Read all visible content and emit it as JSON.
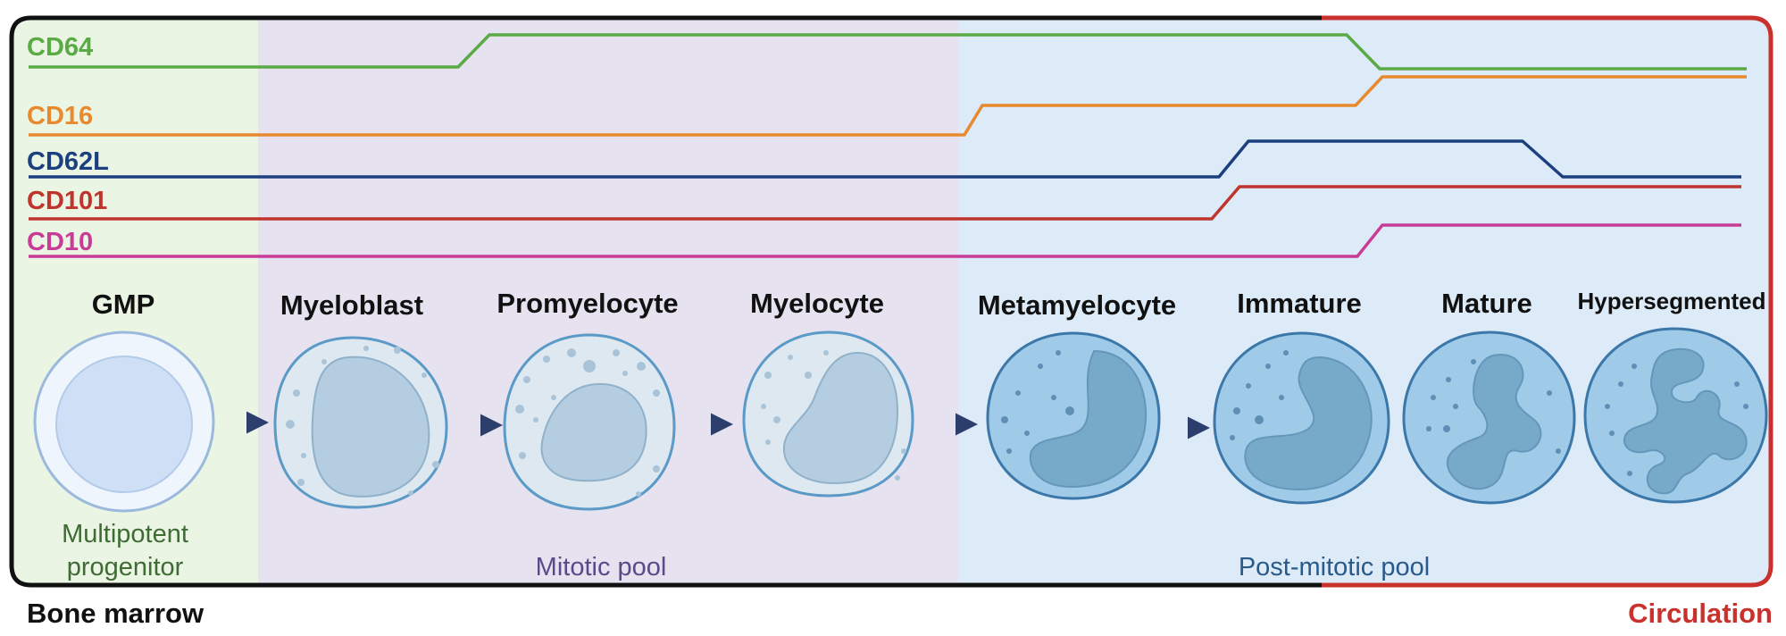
{
  "colors": {
    "bone_marrow_border": "#111111",
    "circulation_border": "#c8312c",
    "progenitor_bg": "#eaf5e4",
    "mitotic_bg": "#e6e2f0",
    "postmitotic_bg": "#dcebf7",
    "arrow": "#2c3e6b"
  },
  "markers": [
    {
      "name": "CD64",
      "color": "#5aaa46"
    },
    {
      "name": "CD16",
      "color": "#e8892e"
    },
    {
      "name": "CD62L",
      "color": "#1c3f7f"
    },
    {
      "name": "CD101",
      "color": "#c0342e"
    },
    {
      "name": "CD10",
      "color": "#c83c98"
    }
  ],
  "stages": [
    {
      "name": "GMP",
      "icon": "gmp-cell-icon"
    },
    {
      "name": "Myeloblast",
      "icon": "myeloblast-cell-icon"
    },
    {
      "name": "Promyelocyte",
      "icon": "promyelocyte-cell-icon"
    },
    {
      "name": "Myelocyte",
      "icon": "myelocyte-cell-icon"
    },
    {
      "name": "Metamyelocyte",
      "icon": "metamyelocyte-cell-icon"
    },
    {
      "name": "Immature",
      "icon": "immature-neutrophil-icon"
    },
    {
      "name": "Mature",
      "icon": "mature-neutrophil-icon"
    },
    {
      "name": "Hypersegmented",
      "icon": "hypersegmented-neutrophil-icon"
    }
  ],
  "pools": {
    "progenitor_line1": "Multipotent",
    "progenitor_line2": "progenitor",
    "mitotic": "Mitotic pool",
    "postmitotic": "Post-mitotic pool"
  },
  "locations": {
    "bone_marrow": "Bone marrow",
    "circulation": "Circulation"
  }
}
